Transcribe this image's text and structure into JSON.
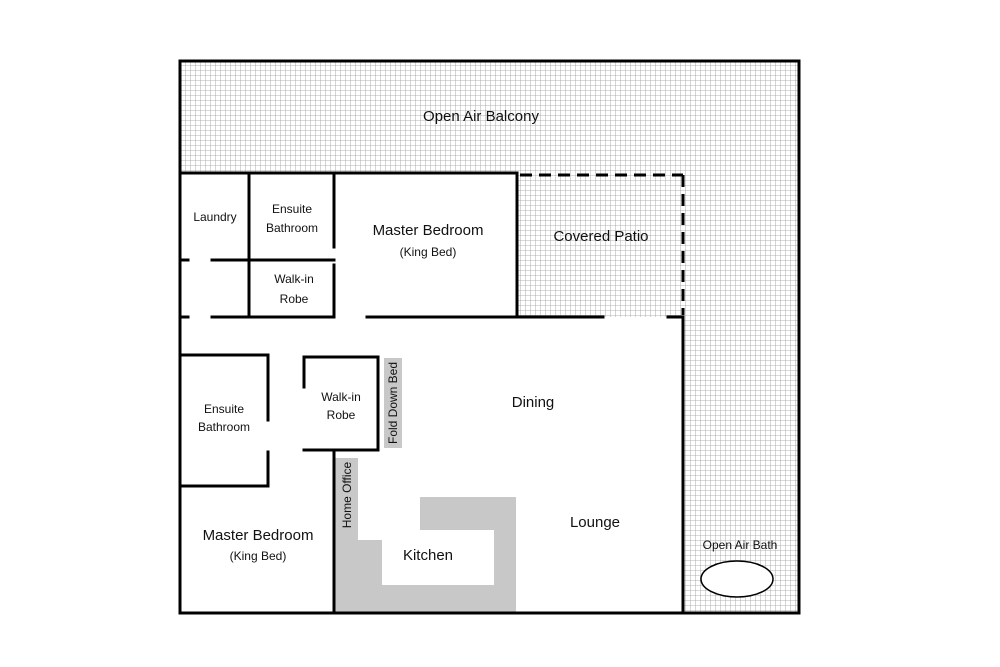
{
  "plan": {
    "rooms": {
      "balcony": "Open Air Balcony",
      "laundry": "Laundry",
      "ensuite_top_1": "Ensuite",
      "ensuite_top_2": "Bathroom",
      "master_top": "Master Bedroom",
      "master_top_sub": "(King Bed)",
      "robe_top_1": "Walk-in",
      "robe_top_2": "Robe",
      "covered_patio": "Covered Patio",
      "ensuite_bottom_1": "Ensuite",
      "ensuite_bottom_2": "Bathroom",
      "robe_bottom_1": "Walk-in",
      "robe_bottom_2": "Robe",
      "fold_down_bed": "Fold Down Bed",
      "dining": "Dining",
      "home_office": "Home Office",
      "lounge": "Lounge",
      "kitchen": "Kitchen",
      "master_bottom": "Master Bedroom",
      "master_bottom_sub": "(King Bed)",
      "open_air_bath": "Open Air Bath"
    },
    "colors": {
      "wall": "#000000",
      "grid": "#9a9a9a",
      "fixture_fill": "#c8c8c8"
    }
  }
}
